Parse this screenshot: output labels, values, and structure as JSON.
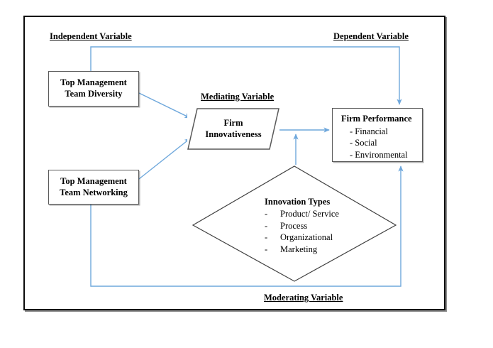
{
  "figure": {
    "type": "conceptual-framework-diagram",
    "frame_color": "#0a0a0a",
    "connector_color": "#6fa8dc",
    "node_border_color": "#595959"
  },
  "labels": {
    "independent": "Independent Variable",
    "dependent": "Dependent Variable",
    "mediating": "Mediating Variable",
    "moderating": "Moderating Variable"
  },
  "nodes": {
    "tmt_diversity": {
      "title": "Top Management\nTeam Diversity",
      "shape": "rectangle"
    },
    "tmt_networking": {
      "title": "Top Management\nTeam Networking",
      "shape": "rectangle"
    },
    "firm_innovativeness": {
      "title": "Firm\nInnovativeness",
      "shape": "parallelogram"
    },
    "firm_performance": {
      "title": "Firm Performance",
      "shape": "rectangle",
      "items": [
        "Financial",
        "Social",
        "Environmental"
      ]
    },
    "innovation_types": {
      "title": "Innovation Types",
      "shape": "diamond",
      "items": [
        "Product/ Service",
        "Process",
        "Organizational",
        "Marketing"
      ],
      "dash": "-"
    }
  },
  "connectors": [
    {
      "name": "diversity-to-performance",
      "from": "tmt_diversity",
      "to": "firm_performance",
      "style": "orthogonal",
      "arrow": true
    },
    {
      "name": "diversity-to-innovativeness",
      "from": "tmt_diversity",
      "to": "firm_innovativeness",
      "style": "diagonal",
      "arrow": true
    },
    {
      "name": "networking-to-innovativeness",
      "from": "tmt_networking",
      "to": "firm_innovativeness",
      "style": "diagonal",
      "arrow": true
    },
    {
      "name": "networking-to-performance",
      "from": "tmt_networking",
      "to": "firm_performance",
      "style": "orthogonal",
      "arrow": true
    },
    {
      "name": "innovativeness-to-performance",
      "from": "firm_innovativeness",
      "to": "firm_performance",
      "style": "straight",
      "arrow": true
    },
    {
      "name": "innovationtypes-to-link",
      "from": "innovation_types",
      "to": "innovativeness-to-performance",
      "style": "straight",
      "arrow": true
    }
  ]
}
